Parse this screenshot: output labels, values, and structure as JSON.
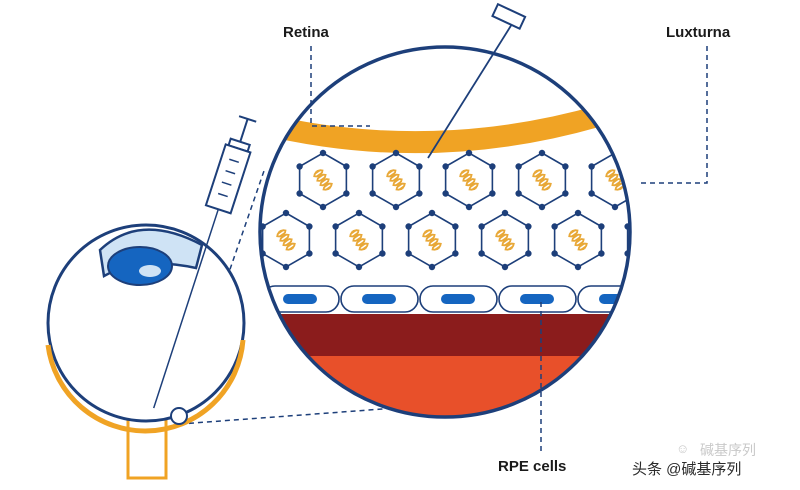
{
  "labels": {
    "retina": "Retina",
    "luxturna": "Luxturna",
    "rpe_cells": "RPE cells"
  },
  "watermark": {
    "text": "头条 @碱基序列",
    "faint_text": "碱基序列",
    "icon": "wechat-icon"
  },
  "colors": {
    "navy": "#1d3f7a",
    "blue": "#1565c0",
    "orange": "#f0a324",
    "dark_red": "#8b1c1c",
    "red_orange": "#e8502a",
    "dna": "#e8a838",
    "light_blue": "#cfe3f5"
  },
  "layers": {
    "top_row_cells": 5,
    "bottom_row_cells": 6,
    "rpe_cells": 5
  }
}
